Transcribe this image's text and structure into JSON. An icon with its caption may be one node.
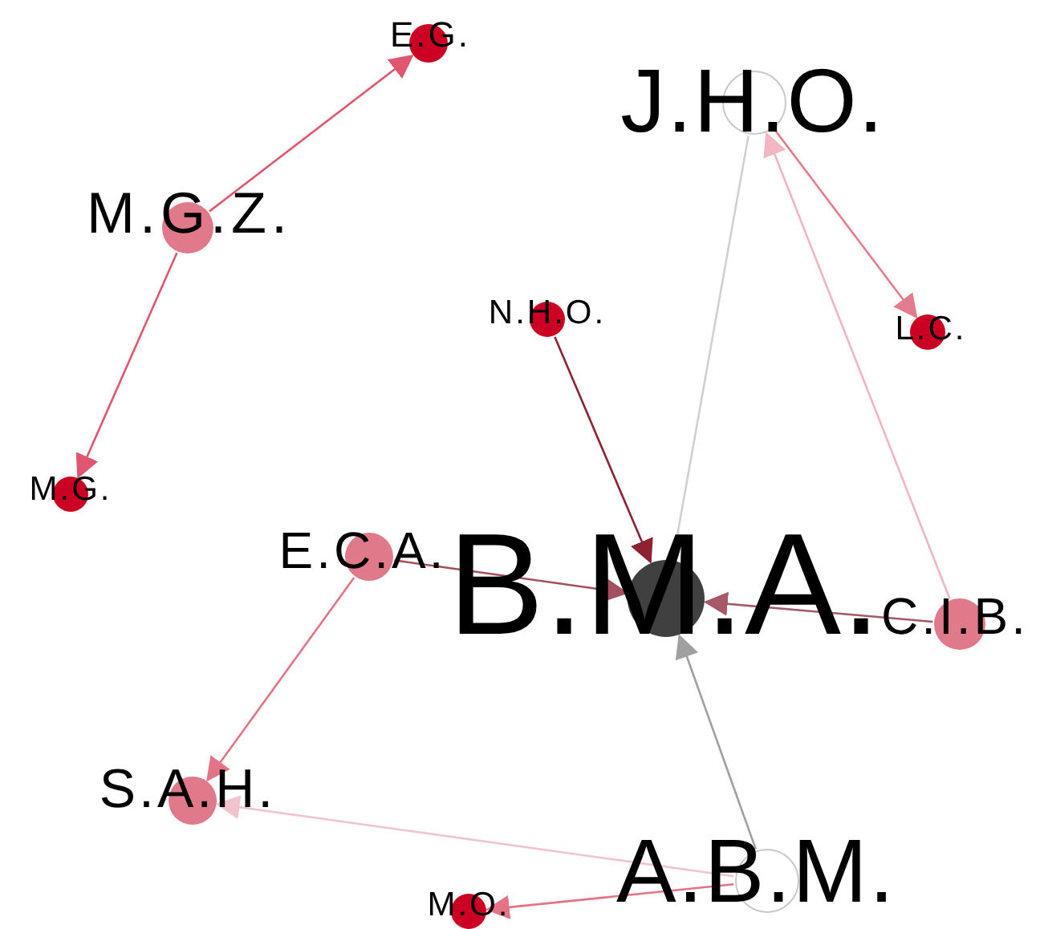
{
  "diagram": {
    "nodes": [
      {
        "text": [
          "E.G."
        ]
      },
      {
        "text": [
          "J.H.O."
        ]
      },
      {
        "text": [
          "M.G.Z."
        ]
      },
      {
        "text": [
          "N.H.O."
        ]
      },
      {
        "text": [
          "L.C."
        ]
      },
      {
        "text": [
          "M.G."
        ]
      },
      {
        "text": [
          "E.C.A."
        ]
      },
      {
        "text": [
          "B.M.A."
        ]
      },
      {
        "text": [
          "C.I.B."
        ]
      },
      {
        "text": [
          "S.A.H."
        ]
      },
      {
        "text": [
          "A.B.M."
        ]
      },
      {
        "text": [
          "M.O."
        ]
      }
    ],
    "edges": [
      {
        "from": 2,
        "to": 0,
        "arrow": "to",
        "color": "#e0566e"
      },
      {
        "from": 2,
        "to": 5,
        "arrow": "to",
        "color": "#e0566e"
      },
      {
        "from": 1,
        "to": 4,
        "arrow": "to",
        "color": "#e57c8e"
      },
      {
        "from": 8,
        "to": 1,
        "arrow": "to",
        "color": "#f2b5c2"
      },
      {
        "from": 1,
        "to": 7,
        "arrow": "none",
        "color": "#d0d0d0"
      },
      {
        "from": 3,
        "to": 7,
        "arrow": "to",
        "color": "#8c2232"
      },
      {
        "from": 6,
        "to": 7,
        "arrow": "to",
        "color": "#a4505e"
      },
      {
        "from": 8,
        "to": 7,
        "arrow": "to",
        "color": "#a65a68"
      },
      {
        "from": 10,
        "to": 7,
        "arrow": "to",
        "color": "#a0a0a0"
      },
      {
        "from": 6,
        "to": 9,
        "arrow": "to",
        "color": "#e57386"
      },
      {
        "from": 10,
        "to": 9,
        "arrow": "to",
        "color": "#f3c3cc"
      },
      {
        "from": 10,
        "to": 11,
        "arrow": "to",
        "color": "#e57386"
      }
    ]
  }
}
